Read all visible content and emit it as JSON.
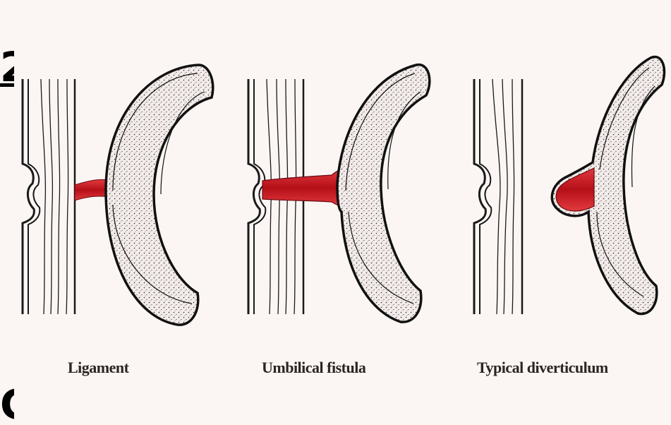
{
  "edge_fragments": {
    "top": "2",
    "bottom": "C"
  },
  "panels": [
    {
      "caption": "Ligament",
      "connection": "ligament"
    },
    {
      "caption": "Umbilical fistula",
      "connection": "fistula"
    },
    {
      "caption": "Typical diverticulum",
      "connection": "diverticulum"
    }
  ],
  "colors": {
    "background": "#fbf6f4",
    "outline": "#1a1a1a",
    "tissue_fill": "#f3ecea",
    "highlight_red": "#c8141c",
    "caption_text": "#2b2424"
  }
}
